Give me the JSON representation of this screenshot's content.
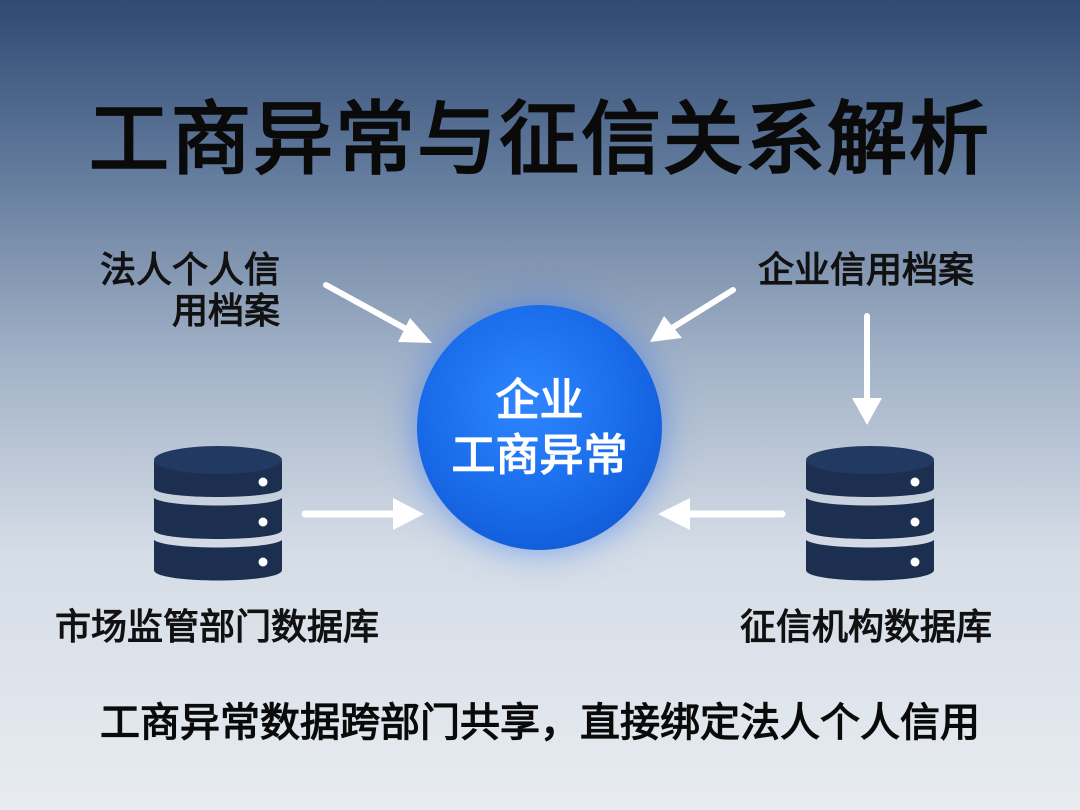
{
  "title": "工商异常与征信关系解析",
  "center": {
    "line1": "企业",
    "line2": "工商异常"
  },
  "labels": {
    "top_left_line1": "法人个人信",
    "top_left_line2": "用档案",
    "top_right": "企业信用档案",
    "bottom_left": "市场监管部门数据库",
    "bottom_right": "征信机构数据库"
  },
  "footer": "工商异常数据跨部门共享，直接绑定法人个人信用",
  "colors": {
    "circle": "#1769e8",
    "database": "#1c2f50",
    "arrow": "#ffffff",
    "text": "#111111"
  },
  "icons": {
    "left_db": "database-icon",
    "right_db": "database-icon",
    "arrows": "arrow-icon"
  }
}
